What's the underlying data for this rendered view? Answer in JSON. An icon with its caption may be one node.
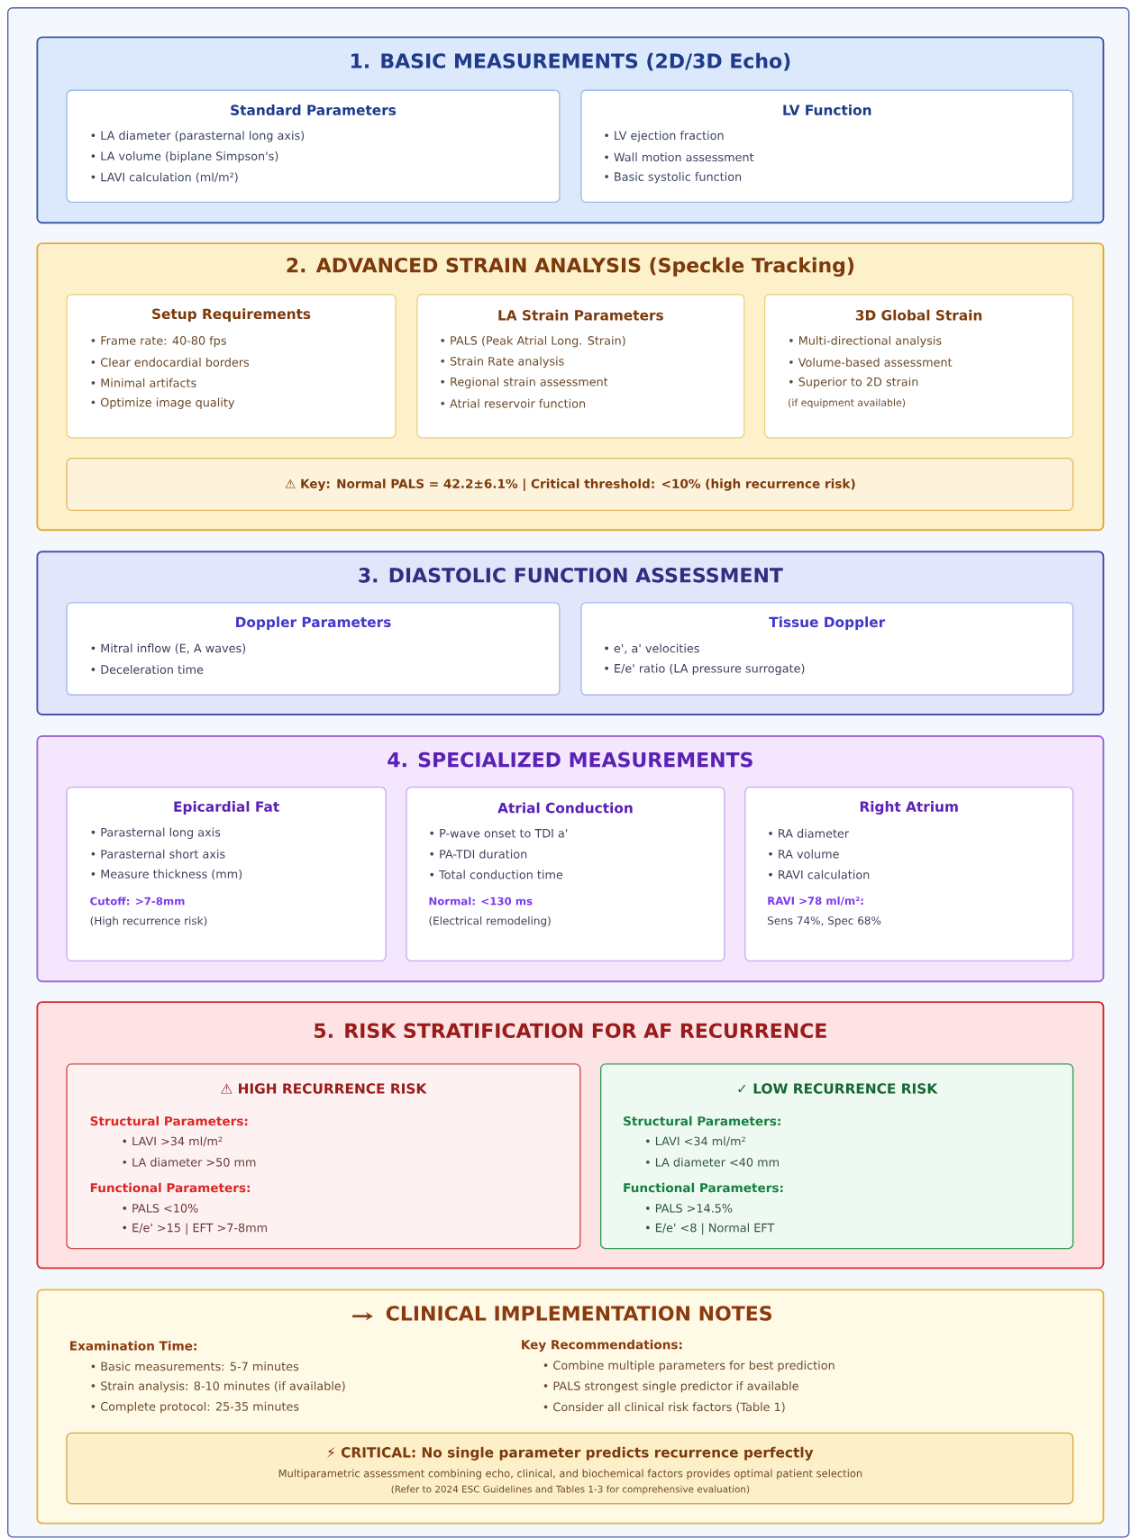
{
  "diagram": {
    "nodes": [
      {
        "text": [
          "1. BASIC MEASUREMENTS (2D/3D Echo)"
        ]
      },
      {
        "text": [
          "Standard Parameters",
          "• LA diameter (parasternal long axis)",
          "• LA volume (biplane Simpson's)",
          "• LAVI calculation (ml/m²)"
        ],
        "in": 0
      },
      {
        "text": [
          "LV Function",
          "• LV ejection fraction",
          "• Wall motion assessment",
          "• Basic systolic function"
        ],
        "in": 0
      },
      {
        "text": [
          "2. ADVANCED STRAIN ANALYSIS (Speckle Tracking)"
        ]
      },
      {
        "text": [
          "Setup Requirements",
          "• Frame rate: 40-80 fps",
          "• Clear endocardial borders",
          "• Minimal artifacts",
          "• Optimize image quality"
        ],
        "in": 3
      },
      {
        "text": [
          "LA Strain Parameters",
          "• PALS (Peak Atrial Long. Strain)",
          "• Strain Rate analysis",
          "• Regional strain assessment",
          "• Atrial reservoir function"
        ],
        "in": 3
      },
      {
        "text": [
          "3D Global Strain",
          "• Multi-directional analysis",
          "• Volume-based assessment",
          "• Superior to 2D strain",
          "(if equipment available)"
        ],
        "in": 3
      },
      {
        "text": [
          "⚠ Key: Normal PALS = 42.2±6.1% | Critical threshold: <10% (high recurrence risk)"
        ],
        "in": 3
      },
      {
        "text": [
          "3. DIASTOLIC FUNCTION ASSESSMENT"
        ]
      },
      {
        "text": [
          "Doppler Parameters",
          "• Mitral inflow (E, A waves)",
          "• Deceleration time"
        ],
        "in": 8
      },
      {
        "text": [
          "Tissue Doppler",
          "• e', a' velocities",
          "• E/e' ratio (LA pressure surrogate)"
        ],
        "in": 8
      },
      {
        "text": [
          "4. SPECIALIZED MEASUREMENTS"
        ]
      },
      {
        "text": [
          "Epicardial Fat",
          "• Parasternal long axis",
          "• Parasternal short axis",
          "• Measure thickness (mm)",
          "Cutoff: >7-8mm",
          "(High recurrence risk)"
        ],
        "in": 11
      },
      {
        "text": [
          "Atrial Conduction",
          "• P-wave onset to TDI a'",
          "• PA-TDI duration",
          "• Total conduction time",
          "Normal: <130 ms",
          "(Electrical remodeling)"
        ],
        "in": 11
      },
      {
        "text": [
          "Right Atrium",
          "• RA diameter",
          "• RA volume",
          "• RAVI calculation",
          "RAVI >78 ml/m²:",
          "Sens 74%, Spec 68%"
        ],
        "in": 11
      },
      {
        "text": [
          "5. RISK STRATIFICATION FOR AF RECURRENCE"
        ]
      },
      {
        "text": [
          "⚠ HIGH RECURRENCE RISK",
          "Structural Parameters:",
          "• LAVI >34 ml/m²",
          "• LA diameter >50 mm",
          "Functional Parameters:",
          "• PALS <10%",
          "• E/e' >15 | EFT >7-8mm"
        ],
        "in": 15
      },
      {
        "text": [
          "✓ LOW RECURRENCE RISK",
          "Structural Parameters:",
          "• LAVI <34 ml/m²",
          "• LA diameter <40 mm",
          "Functional Parameters:",
          "• PALS >14.5%",
          "• E/e' <8 | Normal EFT"
        ],
        "in": 15
      },
      {
        "text": [
          "CLINICAL IMPLEMENTATION NOTES",
          "Examination Time:",
          "• Basic measurements: 5-7 minutes",
          "• Strain analysis: 8-10 minutes (if available)",
          "• Complete protocol: 25-35 minutes",
          "Key Recommendations:",
          "• Combine multiple parameters for best prediction",
          "• PALS strongest single predictor if available",
          "• Consider all clinical risk factors (Table 1)"
        ]
      },
      {
        "text": [
          "⚡ CRITICAL: No single parameter predicts recurrence perfectly",
          "Multiparametric assessment combining echo, clinical, and biochemical factors provides optimal patient selection",
          "(Refer to 2024 ESC Guidelines and Tables 1-3 for comprehensive evaluation)"
        ],
        "in": 18
      }
    ]
  }
}
